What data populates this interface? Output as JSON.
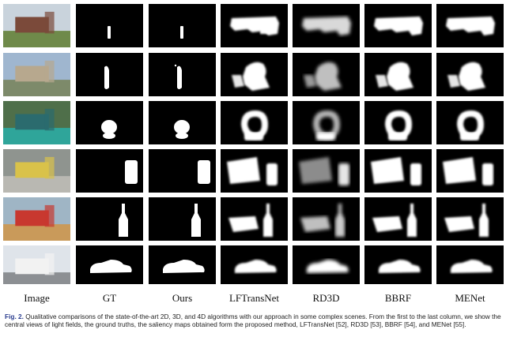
{
  "columns": [
    "Image",
    "GT",
    "Ours",
    "LFTransNet",
    "RD3D",
    "BBRF",
    "MENet"
  ],
  "rows": [
    {
      "scene": "building with lawn",
      "palette": {
        "sky": "#c9d3dc",
        "ground": "#6f8a4a",
        "object": "#7b4a3a"
      }
    },
    {
      "scene": "city street with tower",
      "palette": {
        "sky": "#9fb6cf",
        "ground": "#7d8a6a",
        "object": "#b7a88e"
      }
    },
    {
      "scene": "playground sculpture",
      "palette": {
        "sky": "#4f6f4a",
        "ground": "#2fa59a",
        "object": "#2b6b6e"
      }
    },
    {
      "scene": "books and can",
      "palette": {
        "sky": "#8f948f",
        "ground": "#b9b8b2",
        "object": "#d9c24a"
      }
    },
    {
      "scene": "basket and bottle",
      "palette": {
        "sky": "#9fb5c5",
        "ground": "#c99a5a",
        "object": "#c8382f"
      }
    },
    {
      "scene": "road with car",
      "palette": {
        "sky": "#dfe4ea",
        "ground": "#8c8f93",
        "object": "#f2f2f2"
      }
    }
  ],
  "caption": {
    "fig_label": "Fig. 2.",
    "text": "Qualitative comparisons of the state-of-the-art 2D, 3D, and 4D algorithms with our approach in some complex scenes. From the first to the last column, we show the central views of light fields, the ground truths, the saliency maps obtained form the proposed method, LFTransNet [52], RD3D [53], BBRF [54], and MENet [55]."
  }
}
